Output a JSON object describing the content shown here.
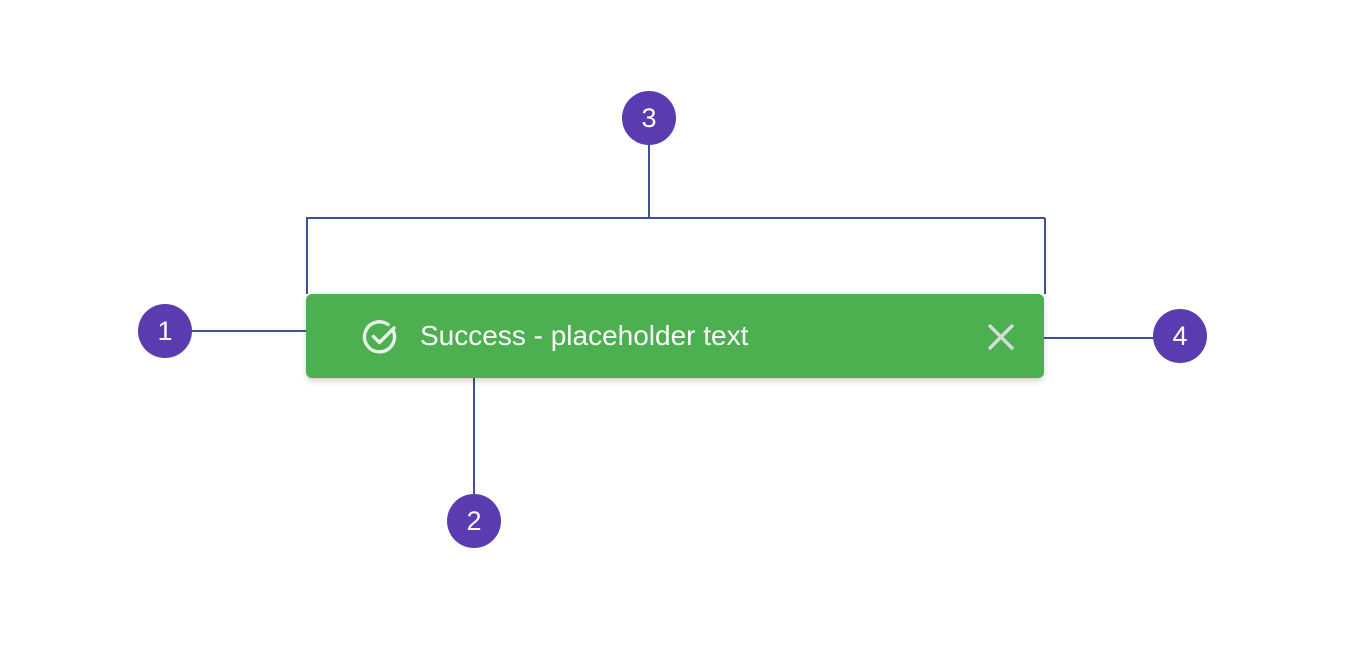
{
  "colors": {
    "toast_background": "#4caf50",
    "toast_text": "#ffffff",
    "close_icon": "#d6ddd6",
    "callout_fill": "#5b3cb0",
    "connector_line": "#3f4f9a"
  },
  "toast": {
    "status_icon": "check-circle-icon",
    "message": "Success - placeholder text",
    "close_icon": "close-icon"
  },
  "callouts": [
    {
      "id": "1",
      "label": "1"
    },
    {
      "id": "2",
      "label": "2"
    },
    {
      "id": "3",
      "label": "3"
    },
    {
      "id": "4",
      "label": "4"
    }
  ]
}
